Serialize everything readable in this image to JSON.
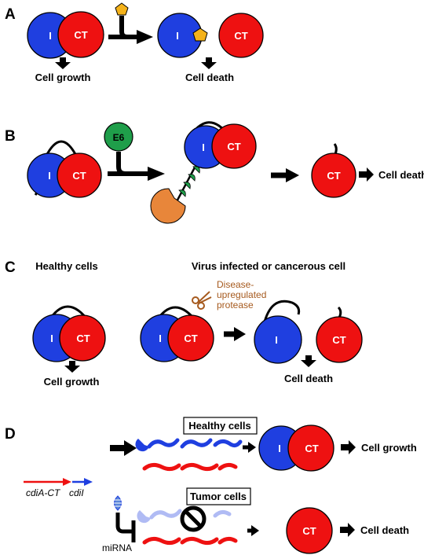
{
  "colors": {
    "immunity": "#1f3fe0",
    "toxin": "#ee1111",
    "inhibitor_pentagon": "#f4b21a",
    "e6": "#1f9e4a",
    "protease_pacman": "#e8863a",
    "scissors": "#a65a1e",
    "stroke": "#000000"
  },
  "panels": {
    "A": {
      "letter": "A",
      "immunity_label": "I",
      "toxin_label": "CT",
      "left_outcome": "Cell growth",
      "right_outcome": "Cell death"
    },
    "B": {
      "letter": "B",
      "e6_label": "E6",
      "immunity_label": "I",
      "toxin_label": "CT",
      "outcome": "Cell death"
    },
    "C": {
      "letter": "C",
      "healthy_title": "Healthy cells",
      "infected_title": "Virus infected or cancerous cell",
      "protease_line1": "Disease-",
      "protease_line2": "upregulated",
      "protease_line3": "protease",
      "immunity_label": "I",
      "toxin_label": "CT",
      "left_outcome": "Cell growth",
      "right_outcome": "Cell death"
    },
    "D": {
      "letter": "D",
      "healthy_box": "Healthy cells",
      "tumor_box": "Tumor cells",
      "gene1": "cdiA-CT",
      "gene2": "cdiI",
      "mirna": "miRNA",
      "immunity_label": "I",
      "toxin_label": "CT",
      "top_outcome": "Cell growth",
      "bottom_outcome": "Cell death"
    }
  }
}
